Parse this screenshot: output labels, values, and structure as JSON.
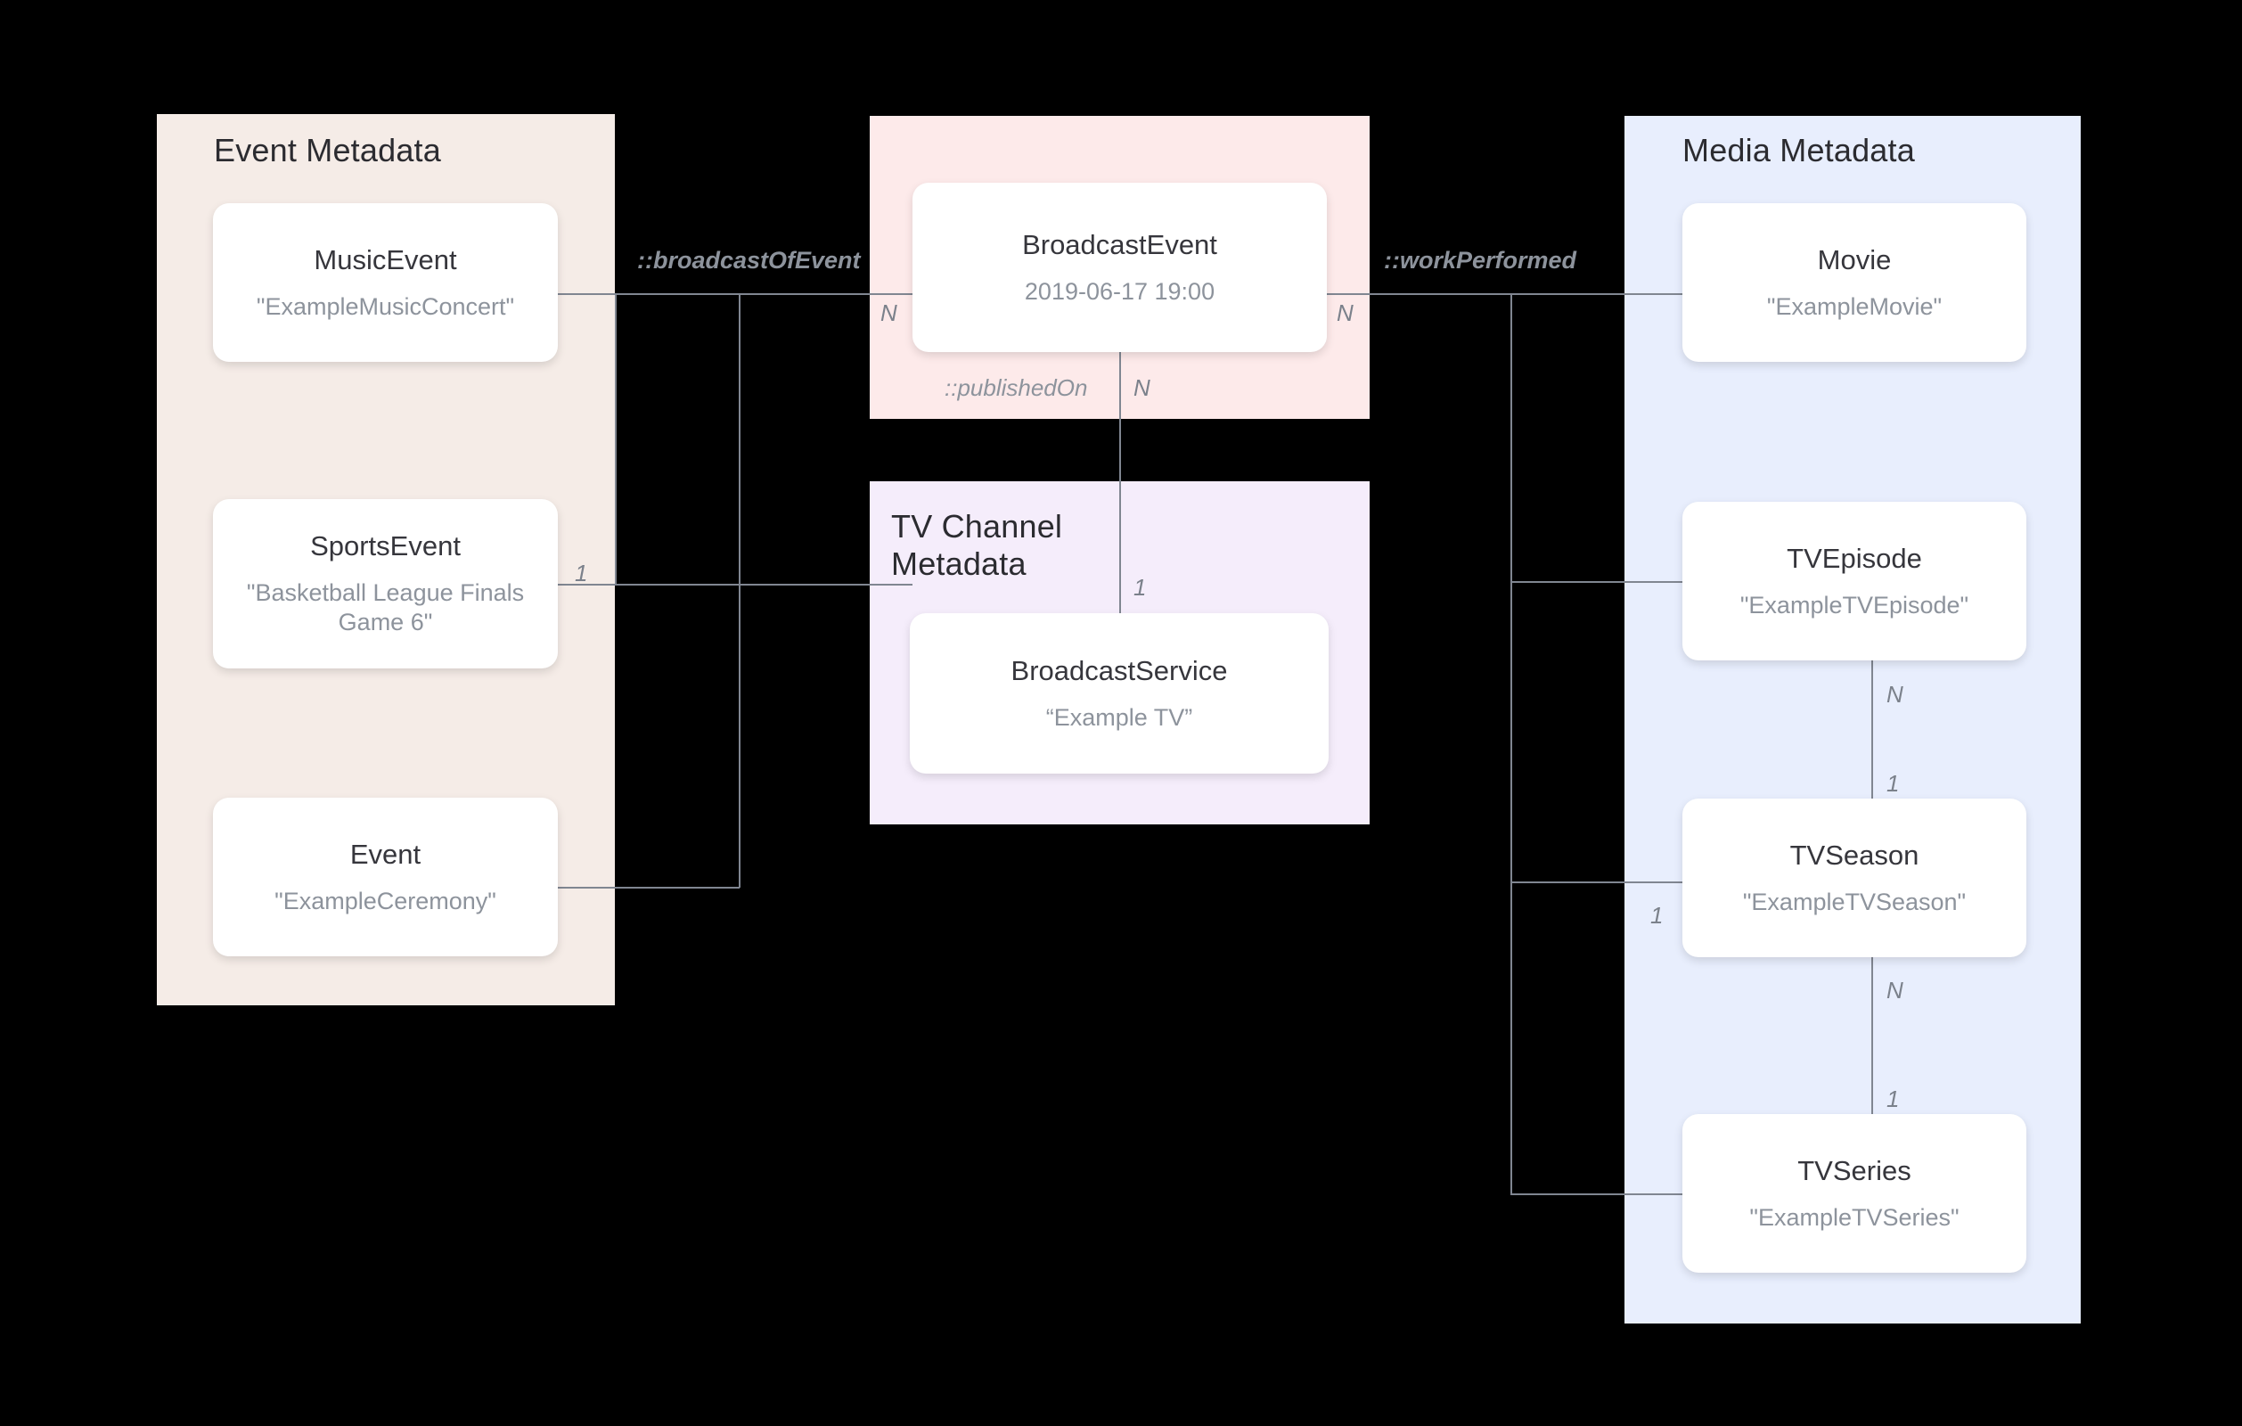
{
  "diagram": {
    "title": "Broadcast / Media metadata entity-relationship diagram",
    "colors": {
      "event_panel": "#f5ece7",
      "broadcast_panel": "#fdeaea",
      "tvchannel_panel": "#f5edfb",
      "media_panel": "#e8eefd",
      "node_fill": "#ffffff",
      "connector": "#808691",
      "type_text": "#36363c",
      "value_text": "#8d939c",
      "background": "#000000"
    }
  },
  "groups": {
    "event": {
      "title": "Event Metadata"
    },
    "tvchannel": {
      "title": "TV Channel\nMetadata"
    },
    "media": {
      "title": "Media Metadata"
    }
  },
  "nodes": {
    "music_event": {
      "type": "MusicEvent",
      "value": "\"ExampleMusicConcert\""
    },
    "sports_event": {
      "type": "SportsEvent",
      "value": "\"Basketball League Finals Game 6\""
    },
    "event": {
      "type": "Event",
      "value": "\"ExampleCeremony\""
    },
    "broadcast_event": {
      "type": "BroadcastEvent",
      "value": "2019-06-17 19:00"
    },
    "broadcast_service": {
      "type": "BroadcastService",
      "value": "“Example TV”"
    },
    "movie": {
      "type": "Movie",
      "value": "\"ExampleMovie\""
    },
    "tv_episode": {
      "type": "TVEpisode",
      "value": "\"ExampleTVEpisode\""
    },
    "tv_season": {
      "type": "TVSeason",
      "value": "\"ExampleTVSeason\""
    },
    "tv_series": {
      "type": "TVSeries",
      "value": "\"ExampleTVSeries\""
    }
  },
  "edges": {
    "broadcast_of_event": {
      "label": "::broadcastOfEvent",
      "source_card": "1",
      "target_card": "N"
    },
    "work_performed": {
      "label": "::workPerformed",
      "target_card": "N"
    },
    "published_on": {
      "label": "::publishedOn",
      "source_card": "N",
      "target_card": "1"
    },
    "episode_season": {
      "source_card": "N",
      "target_card": "1"
    },
    "season_series": {
      "source_card": "N",
      "target_card": "1"
    },
    "series_left_card": {
      "source_card": "1"
    }
  }
}
